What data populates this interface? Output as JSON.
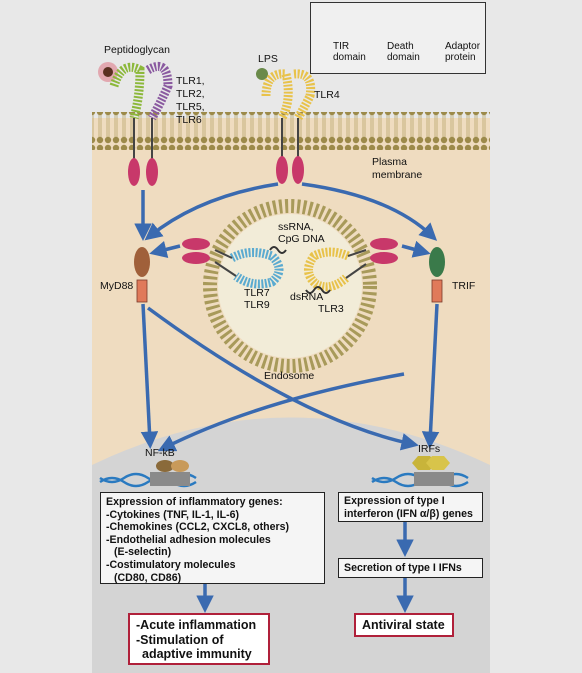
{
  "legend": {
    "tir_line1": "TIR",
    "tir_line2": "domain",
    "death_line1": "Death",
    "death_line2": "domain",
    "adaptor_line1": "Adaptor",
    "adaptor_line2": "protein"
  },
  "labels": {
    "peptidoglycan": "Peptidoglycan",
    "tlr1": "TLR1,",
    "tlr2": "TLR2,",
    "tlr5": "TLR5,",
    "tlr6": "TLR6",
    "lps": "LPS",
    "tlr4": "TLR4",
    "plasma": "Plasma",
    "membrane": "membrane",
    "ssrna": "ssRNA,",
    "cpg": "CpG DNA",
    "tlr7": "TLR7",
    "tlr9": "TLR9",
    "dsrna": "dsRNA",
    "tlr3": "TLR3",
    "myd88": "MyD88",
    "trif": "TRIF",
    "endosome": "Endosome",
    "nfkb": "NF-kB",
    "irfs": "IRFs"
  },
  "inflammatory_box": {
    "title": "Expression of inflammatory genes:",
    "lines": [
      "-Cytokines (TNF, IL-1, IL-6)",
      "-Chemokines (CCL2, CXCL8, others)",
      "-Endothelial adhesion molecules",
      "  (E-selectin)",
      "-Costimulatory molecules",
      "  (CD80, CD86)"
    ]
  },
  "interferon_box": {
    "line1": "Expression of type I",
    "line2": "interferon (IFN α/β) genes"
  },
  "secretion_box": {
    "text": "Secretion of type I IFNs"
  },
  "outcomes": {
    "inflammation": [
      "-Acute inflammation",
      "-Stimulation of",
      "  adaptive immunity"
    ],
    "antiviral": "Antiviral state"
  },
  "colors": {
    "tir": "#c8386a",
    "death": "#e07a5a",
    "adaptor_myd88": "#a0603a",
    "adaptor_trif": "#3a7a4a",
    "receptor_green": "#8cb83a",
    "receptor_yellow": "#e8c24a",
    "receptor_purple": "#8a5aa0",
    "receptor_blue": "#5aaad0",
    "arrow": "#3a6ab0",
    "cell": "#efdcc0",
    "nucleus": "#d8d8d8",
    "outcome_border": "#b0203a"
  }
}
